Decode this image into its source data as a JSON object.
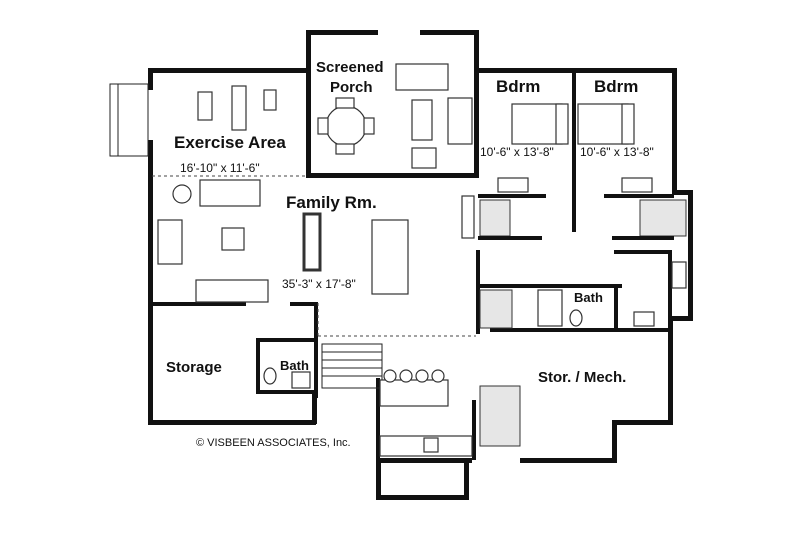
{
  "rooms": {
    "screened_porch_line1": "Screened",
    "screened_porch_line2": "Porch",
    "exercise_area": "Exercise Area",
    "exercise_dim": "16'-10\" x 11'-6\"",
    "bedroom_1": "Bdrm",
    "bedroom_1_dim": "10'-6\" x 13'-8\"",
    "bedroom_2": "Bdrm",
    "bedroom_2_dim": "10'-6\" x 13'-8\"",
    "family_room": "Family Rm.",
    "family_dim": "35'-3\" x 17'-8\"",
    "bath_upper": "Bath",
    "storage": "Storage",
    "bath_lower": "Bath",
    "stor_mech": "Stor. / Mech."
  },
  "copyright": "© VISBEEN ASSOCIATES, Inc."
}
